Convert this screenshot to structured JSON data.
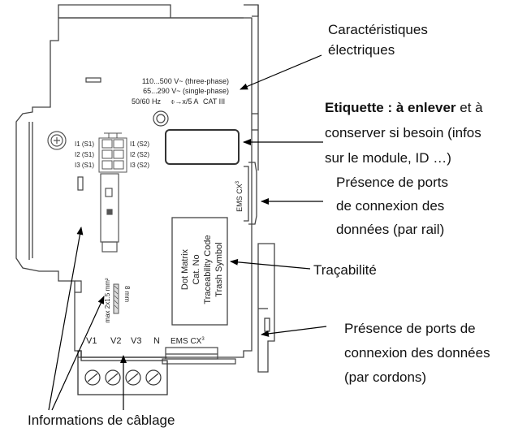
{
  "device": {
    "spec_three_phase": "110...500 V~ (three-phase)",
    "spec_single_phase": "65...290 V~ (single-phase)",
    "spec_freq": "50/60 Hz",
    "spec_ct": "⌽→x/5 A",
    "spec_cat": "CAT III",
    "inputs_left": [
      "I1 (S1)",
      "I2 (S1)",
      "I3 (S1)"
    ],
    "inputs_right": [
      "I1 (S2)",
      "I2 (S2)",
      "I3 (S2)"
    ],
    "ems_side_label": "EMS CX",
    "ems_bottom_label": "EMS CX",
    "ems_superscript": "3",
    "traceability_lines": [
      "Dot Matrix",
      "Cat. No",
      "Traceability Code",
      "Trash Symbol"
    ],
    "wire_length": "8 mm",
    "wire_section": "max 2x1.5 mm²",
    "terminals": [
      "V1",
      "V2",
      "V3",
      "N"
    ]
  },
  "callouts": {
    "electrical_line1": "Caractéristiques",
    "electrical_line2": "électriques",
    "label_bold": "Etiquette : à enlever",
    "label_line1_rest": " et à",
    "label_line2": "conserver si besoin (infos",
    "label_line3": "sur le module, ID …)",
    "rail_line1": "Présence de ports",
    "rail_line2": "de connexion des",
    "rail_line3": "données (par rail)",
    "traceability": "Traçabilité",
    "cord_line1": "Présence de ports de",
    "cord_line2": "connexion des données",
    "cord_line3": "(par cordons)",
    "wiring": "Informations de câblage"
  }
}
